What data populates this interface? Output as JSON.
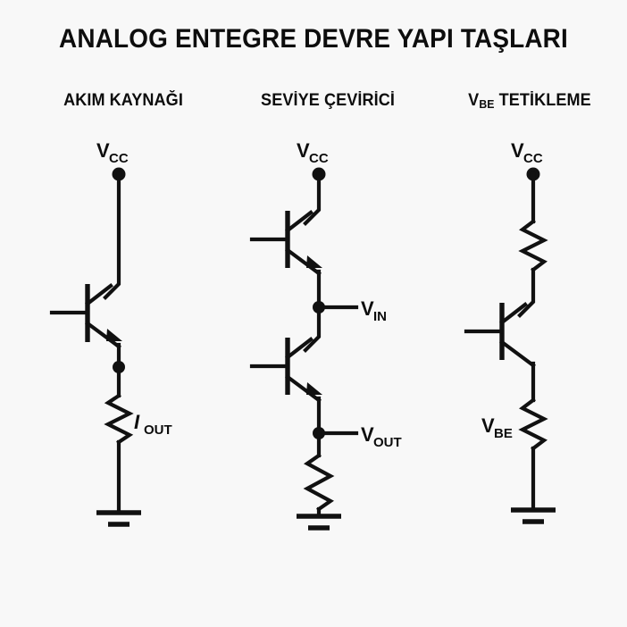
{
  "figure": {
    "title": "ANALOG ENTEGRE DEVRE YAPI TAŞLARI",
    "background_color": "#f8f8f8",
    "ink_color": "#111111"
  },
  "columns": [
    {
      "id": "current-source",
      "title_text": "AKIM KAYNAĞI",
      "title_main": "AKIM KAYNAĞI",
      "title_sub": "",
      "labels": {
        "supply": "V",
        "supply_sub": "CC",
        "output": "I",
        "output_sub": "OUT"
      }
    },
    {
      "id": "level-shifter",
      "title_text": "SEVİYE ÇEVİRİCİ",
      "title_main": "SEVİYE ÇEVİRİCİ",
      "title_sub": "",
      "labels": {
        "supply": "V",
        "supply_sub": "CC",
        "input": "V",
        "input_sub": "IN",
        "output": "V",
        "output_sub": "OUT"
      }
    },
    {
      "id": "vbe-trigger",
      "title_text": "VBE TETİKLEME",
      "title_main": "V",
      "title_sub": "BE",
      "title_tail": " TETİKLEME",
      "labels": {
        "supply": "V",
        "supply_sub": "CC",
        "bias": "V",
        "bias_sub": "BE"
      }
    }
  ],
  "components": {
    "transistor_type": "npn-bjt",
    "resistor_symbol": "zigzag",
    "ground_symbol": "two-bar-ground",
    "node_symbol": "filled-dot"
  }
}
